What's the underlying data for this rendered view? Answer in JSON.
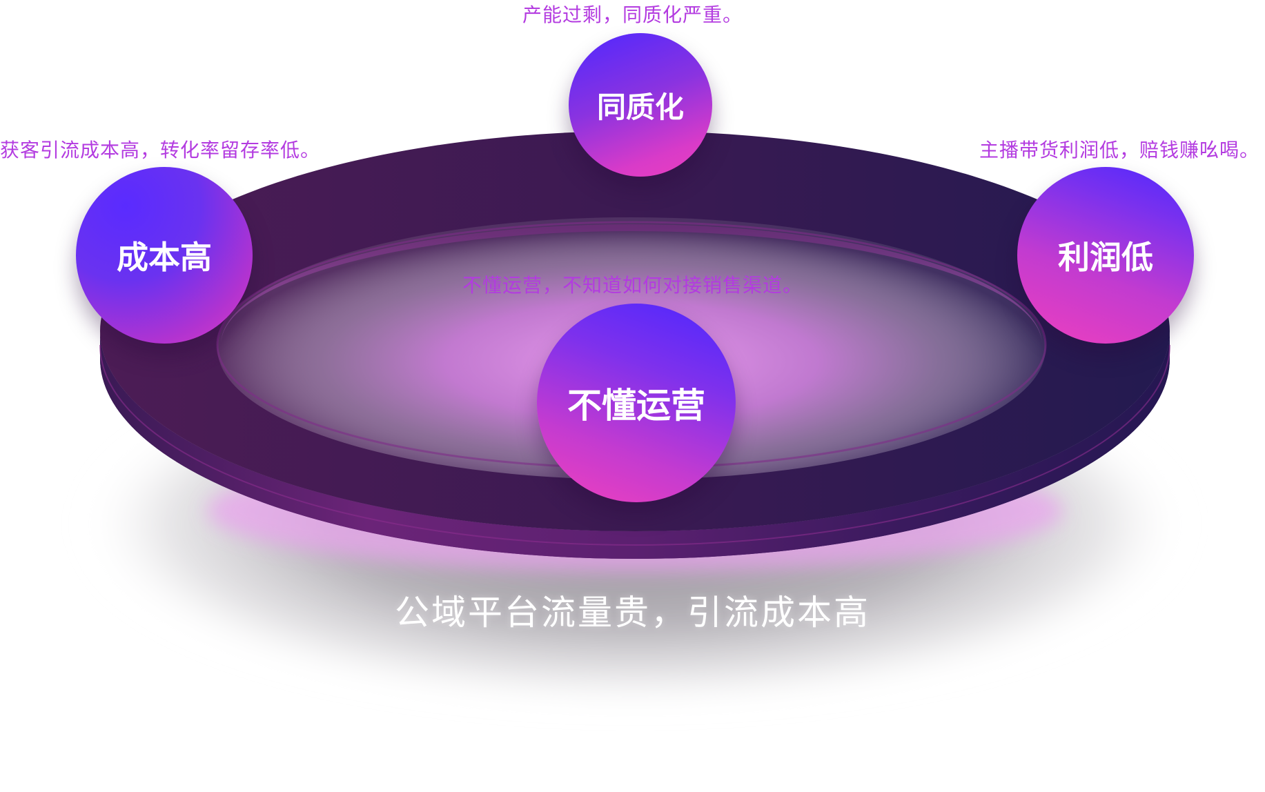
{
  "diagram": {
    "nodes": [
      {
        "id": "cost",
        "label": "成本高",
        "caption": "获客引流成本高，转化率留存率低。"
      },
      {
        "id": "homog",
        "label": "同质化",
        "caption": "产能过剩，同质化严重。"
      },
      {
        "id": "profit",
        "label": "利润低",
        "caption": "主播带货利润低，赔钱赚吆喝。"
      },
      {
        "id": "ops",
        "label": "不懂运营",
        "caption": "不懂运营，不知道如何对接销售渠道。"
      }
    ],
    "bottom_caption": "公域平台流量贵，引流成本高"
  },
  "colors": {
    "caption_text": "#b33be0",
    "ring_dark": "#2a1650",
    "ring_magenta": "#6e2376",
    "ball_blue": "#4f28ff",
    "ball_pink": "#ec3fbf",
    "glow": "#d98ae6"
  }
}
